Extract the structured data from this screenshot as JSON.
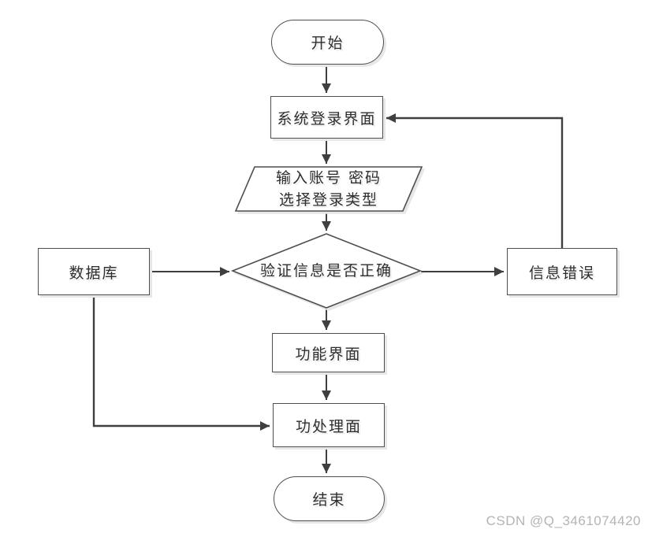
{
  "diagram": {
    "type": "flowchart",
    "nodes": {
      "start": {
        "label": "开始",
        "shape": "terminator"
      },
      "login": {
        "label": "系统登录界面",
        "shape": "process"
      },
      "input": {
        "lines": [
          "输入账号 密码",
          "选择登录类型"
        ],
        "shape": "data-parallelogram"
      },
      "verify": {
        "label": "验证信息是否正确",
        "shape": "decision"
      },
      "database": {
        "label": "数据库",
        "shape": "process"
      },
      "error": {
        "label": "信息错误",
        "shape": "process"
      },
      "function": {
        "label": "功能界面",
        "shape": "process"
      },
      "process": {
        "label": "功处理面",
        "shape": "process"
      },
      "end": {
        "label": "结束",
        "shape": "terminator"
      }
    },
    "edges": [
      {
        "from": "start",
        "to": "login"
      },
      {
        "from": "login",
        "to": "input"
      },
      {
        "from": "input",
        "to": "verify"
      },
      {
        "from": "verify",
        "to": "function"
      },
      {
        "from": "function",
        "to": "process"
      },
      {
        "from": "process",
        "to": "end"
      },
      {
        "from": "database",
        "to": "verify"
      },
      {
        "from": "verify",
        "to": "error"
      },
      {
        "from": "error",
        "to": "login"
      },
      {
        "from": "database",
        "to": "process"
      }
    ],
    "colors": {
      "connector": "#3f3f3f",
      "shape_border": "#4f4f4f",
      "shape_fill": "#ffffff",
      "shadow": "#e7e7e7",
      "text": "#2e2e2e",
      "watermark": "#b4b4b4"
    }
  },
  "watermark": {
    "text": "CSDN @Q_3461074420"
  }
}
